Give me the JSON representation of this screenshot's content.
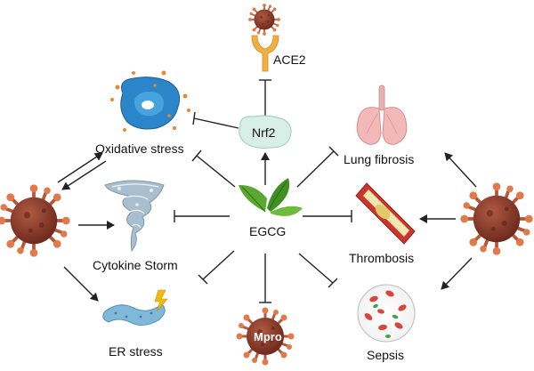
{
  "nodes": {
    "center": "EGCG",
    "nrf2": "Nrf2",
    "ace2": "ACE2",
    "oxidative_stress": "Oxidative stress",
    "cytokine_storm": "Cytokine Storm",
    "er_stress": "ER stress",
    "lung_fibrosis": "Lung fibrosis",
    "thrombosis": "Thrombosis",
    "sepsis": "Sepsis",
    "mpro": "Mpro"
  },
  "colors": {
    "virus_body": "#8a3a2a",
    "virus_spike": "#c9603a",
    "leaf_green": "#4f9a2a",
    "nrf2_fill": "#d7efe6",
    "ace2_receptor": "#f0b040",
    "lung_pink": "#f3b8b8",
    "cell_blue": "#2a86c8",
    "tornado_gray": "#9fb3c4",
    "er_blue": "#7fb8d8",
    "vessel_red": "#c9362c",
    "arrow": "#222222"
  },
  "icons": [
    "virus-icon",
    "leaf-icon",
    "receptor-icon",
    "cell-icon",
    "tornado-icon",
    "er-icon",
    "lungs-icon",
    "vessel-icon",
    "blood-cells-icon",
    "lightning-icon"
  ]
}
